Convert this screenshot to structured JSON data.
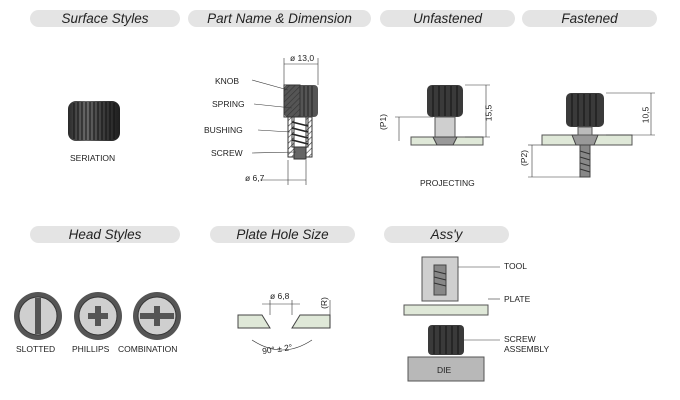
{
  "sections": {
    "surface_styles": "Surface Styles",
    "part_name_dimension": "Part Name & Dimension",
    "unfastened": "Unfastened",
    "fastened": "Fastened",
    "head_styles": "Head Styles",
    "plate_hole_size": "Plate Hole Size",
    "assy": "Ass'y"
  },
  "surface": {
    "seriation": "SERIATION"
  },
  "part": {
    "knob": "KNOB",
    "spring": "SPRING",
    "bushing": "BUSHING",
    "screw": "SCREW",
    "dim_top": "ø 13,0",
    "dim_bottom": "ø 6,7"
  },
  "unfastened": {
    "p1": "(P1)",
    "height": "15,5",
    "projecting": "PROJECTING"
  },
  "fastened": {
    "p2": "(P2)",
    "height": "10,5"
  },
  "head_styles": {
    "slotted": "SLOTTED",
    "phillips": "PHILLIPS",
    "combination": "COMBINATION"
  },
  "plate_hole": {
    "dia": "ø 6,8",
    "r": "(R)",
    "angle": "90° ± 2°"
  },
  "assy": {
    "tool": "TOOL",
    "plate": "PLATE",
    "screw_assembly_1": "SCREW",
    "screw_assembly_2": "ASSEMBLY",
    "die": "DIE"
  },
  "colors": {
    "pill": "#e4e4e4",
    "plate": "#dfe8d8",
    "knob": "#3a3a3a",
    "die": "#b8b8b8"
  }
}
